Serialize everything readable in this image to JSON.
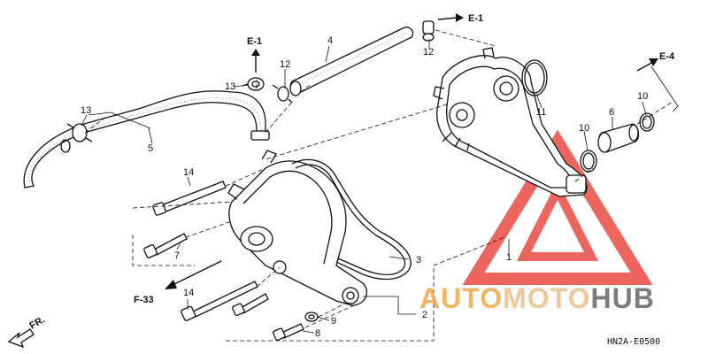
{
  "diagram": {
    "diagram_code": "HN2A-E0500",
    "watermark": {
      "prefix": "AUTO",
      "middle": "MOTO",
      "suffix": "HUB",
      "prefix_color": "#f2a74a",
      "middle_color": "#e8c08a",
      "suffix_color": "#666666",
      "triangle_color": "#e6332a"
    },
    "callouts": {
      "part_1": "1",
      "part_2": "2",
      "part_3": "3",
      "part_4": "4",
      "part_5": "5",
      "part_6": "6",
      "part_7": "7",
      "part_8": "8",
      "part_9": "9",
      "part_10_a": "10",
      "part_10_b": "10",
      "part_11": "11",
      "part_12_a": "12",
      "part_12_b": "12",
      "part_13_a": "13",
      "part_13_b": "13",
      "part_14_a": "14",
      "part_14_b": "14"
    },
    "references": {
      "e1_top_center": "E-1",
      "e1_top_right": "E-1",
      "e4_right": "E-4",
      "f33_left": "F-33"
    },
    "direction_label": "FR."
  }
}
